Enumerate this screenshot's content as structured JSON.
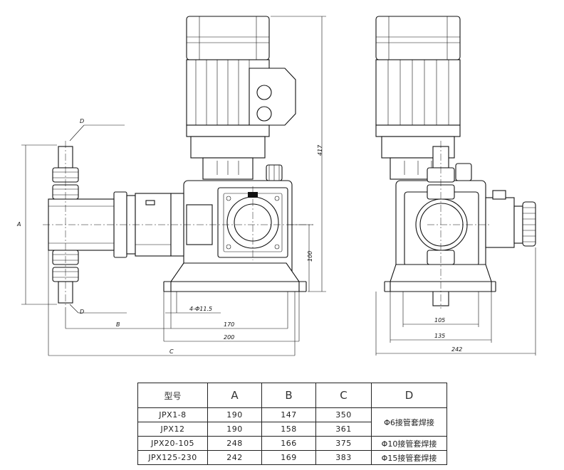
{
  "dimensions": {
    "front": {
      "D_top": "D",
      "D_bottom": "D",
      "A": "A",
      "B": "B",
      "C": "C",
      "d100": "100",
      "d417": "417",
      "holes": "4-Φ11.5",
      "d170": "170",
      "d200": "200"
    },
    "side": {
      "d105": "105",
      "d135": "135",
      "d242": "242"
    }
  },
  "table": {
    "headers": [
      "型号",
      "A",
      "B",
      "C",
      "D"
    ],
    "rows": [
      {
        "model": "JPX1-8",
        "A": "190",
        "B": "147",
        "C": "350"
      },
      {
        "model": "JPX12",
        "A": "190",
        "B": "158",
        "C": "361"
      },
      {
        "model": "JPX20-105",
        "A": "248",
        "B": "166",
        "C": "375"
      },
      {
        "model": "JPX125-230",
        "A": "242",
        "B": "169",
        "C": "383"
      }
    ],
    "d_values": [
      "Φ6接管套焊接",
      "Φ10接管套焊接",
      "Φ15接管套焊接"
    ]
  }
}
